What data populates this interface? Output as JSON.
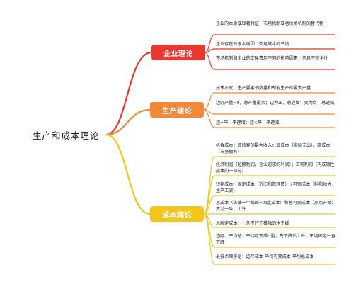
{
  "root": {
    "label": "生产和成本理论"
  },
  "branches": [
    {
      "label": "企业理论",
      "color": "#e8382f",
      "leaves": [
        "企业的本质或显著特征：市场机制或者价格机制的替代物",
        "企业存在的根本原因：交易成本的节约",
        "市场机制和企业的交易费用不同的影响因素：信息不完全性"
      ]
    },
    {
      "label": "生产理论",
      "color": "#f08a3a",
      "leaves": [
        "技术不变，生产要素的数量和所能生产的最大产量",
        "边际产量=0，总产量最大；边为正，总递增；变为负，总递减",
        "边>平，平递增；边<平，平递减"
      ]
    },
    {
      "label": "成本理论",
      "color": "#f6c51a",
      "leaves": [
        "机会成本：即放弃的最大收入；显成本（实际支出），隐成本（自身拥有）",
        "经济利润（超额利润，企业追求的利润）；正常利润（构成隐性成本的一部分）",
        "短期成本：固定成本（折旧和管理费）+可变成本（料和动力，生产工资）",
        "总成本（纵轴一个截距=固定成本）和总可变成本（原点开始）变动一致，上升",
        "总固定成本：一条平行于横轴的水平线",
        "边际、平均总、平均可变成U型，先下降后上升，平均固定一直下降",
        "最低点顺序是：边际成本-平均可变成本-平均总成本"
      ]
    }
  ]
}
